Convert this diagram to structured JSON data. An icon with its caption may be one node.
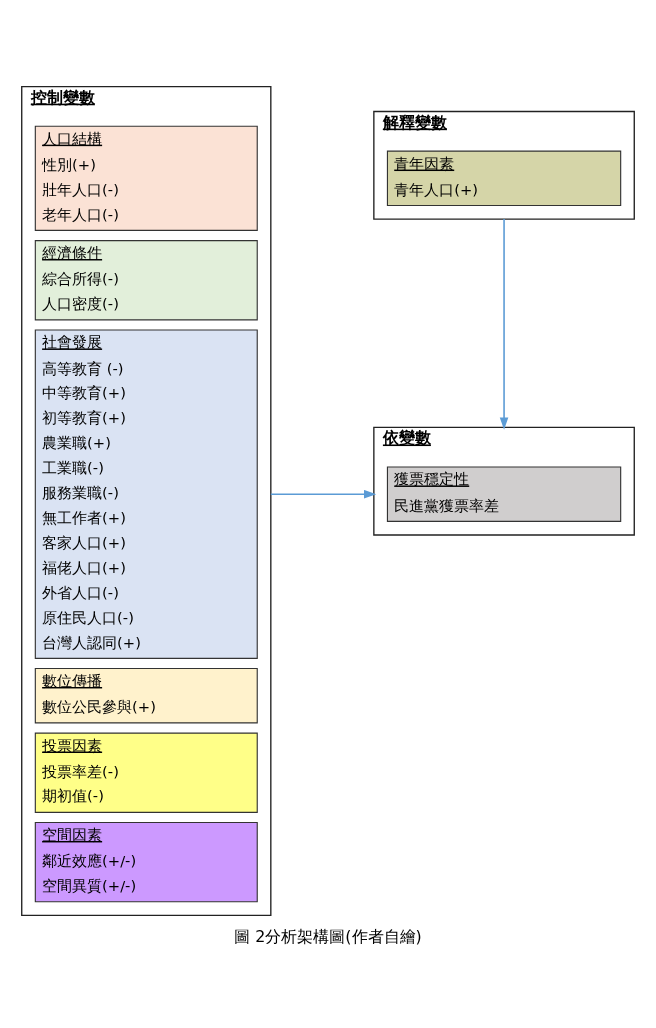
{
  "diagram": {
    "caption": "圖 2分析架構圖(作者自繪)",
    "nodes": [
      {
        "text": [
          "控制變數"
        ]
      },
      {
        "text": [
          "人口結構",
          "性別(+)",
          "壯年人口(-)",
          "老年人口(-)"
        ],
        "in": 0
      },
      {
        "text": [
          "經濟條件",
          "綜合所得(-)",
          "人口密度(-)"
        ],
        "in": 0
      },
      {
        "text": [
          "社會發展",
          "高等教育 (-)",
          "中等教育(+)",
          "初等教育(+)",
          "農業職(+)",
          "工業職(-)",
          "服務業職(-)",
          "無工作者(+)",
          "客家人口(+)",
          "福佬人口(+)",
          "外省人口(-)",
          "原住民人口(-)",
          "台灣人認同(+)"
        ],
        "in": 0
      },
      {
        "text": [
          "數位傳播",
          "數位公民參與(+)"
        ],
        "in": 0
      },
      {
        "text": [
          "投票因素",
          "投票率差(-)",
          "期初值(-)"
        ],
        "in": 0
      },
      {
        "text": [
          "空間因素",
          "鄰近效應(+/-)",
          "空間異質(+/-)"
        ],
        "in": 0
      },
      {
        "text": [
          "解釋變數"
        ]
      },
      {
        "text": [
          "青年因素",
          "青年人口(+)"
        ],
        "in": 7
      },
      {
        "text": [
          "依變數"
        ]
      },
      {
        "text": [
          "獲票穩定性",
          "民進黨獲票率差"
        ],
        "in": 9
      }
    ],
    "edges": [
      {
        "from": 0,
        "to": 9,
        "arrow": "to"
      },
      {
        "from": 7,
        "to": 9,
        "arrow": "to"
      }
    ]
  }
}
